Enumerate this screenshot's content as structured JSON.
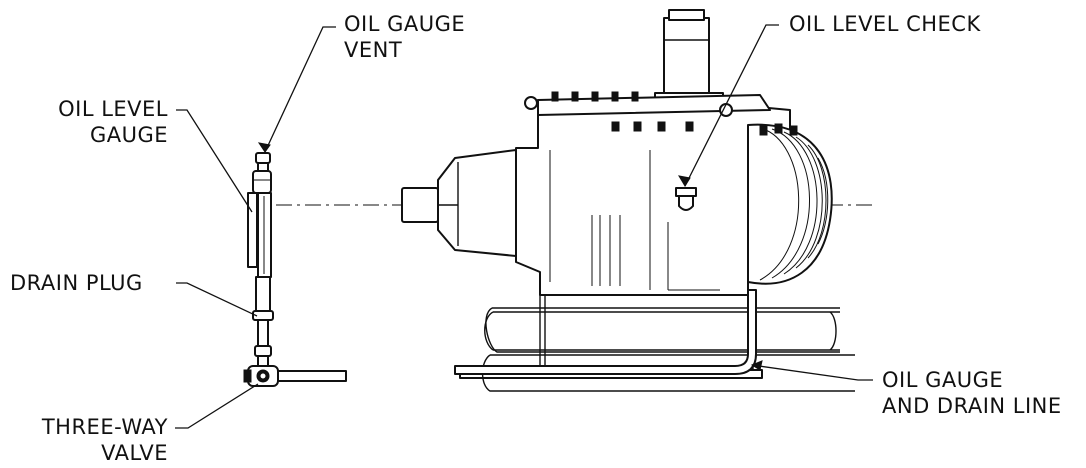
{
  "labels": {
    "oil_gauge_vent": [
      "OIL GAUGE",
      "VENT"
    ],
    "oil_level_gauge": [
      "OIL LEVEL",
      "GAUGE"
    ],
    "drain_plug": "DRAIN PLUG",
    "three_way_valve": [
      "THREE-WAY",
      "VALVE"
    ],
    "oil_level_check": "OIL LEVEL CHECK",
    "oil_gauge_drain_line": [
      "OIL GAUGE",
      "AND DRAIN LINE"
    ]
  }
}
